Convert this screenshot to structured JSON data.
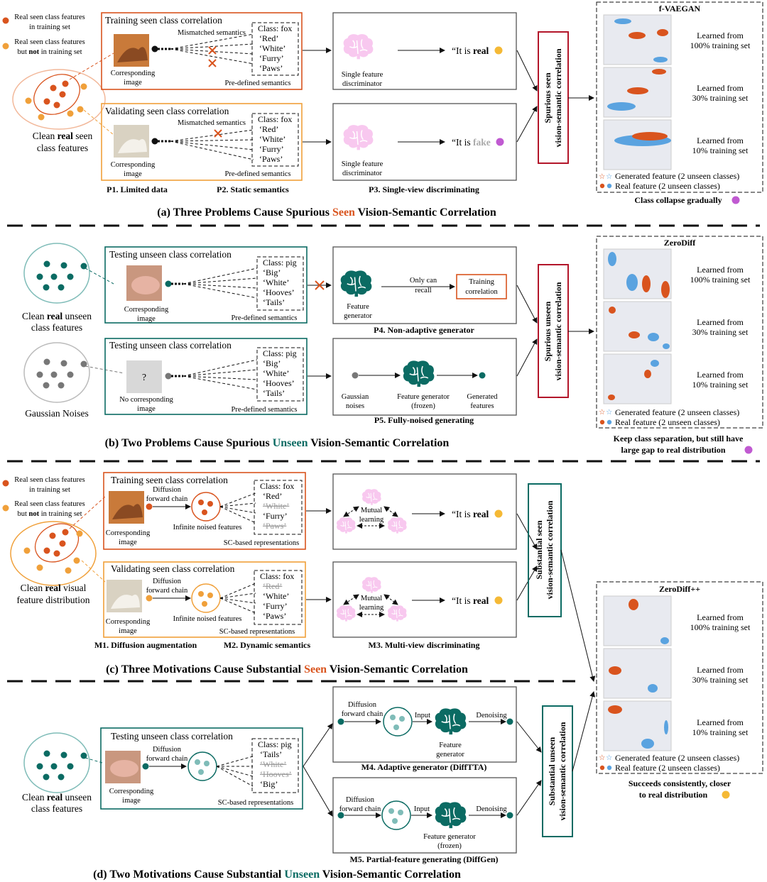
{
  "colors": {
    "orange": "#d9541e",
    "light_orange": "#f0a03a",
    "teal": "#0b6b63",
    "red": "#b3162a",
    "brain_pink": "#f8c8ef",
    "grey": "#777777"
  },
  "icons": [
    "brain-icon",
    "emoji-smile-icon",
    "emoji-shock-icon",
    "cross-icon",
    "question-icon",
    "scatter-plot-thumbnail"
  ],
  "legend_left": {
    "real_in_train_1": "Real seen class features",
    "real_in_train_2": "in training set",
    "real_not_train_1": "Real seen class features",
    "real_not_train_2_pre": "but ",
    "real_not_train_2_bold": "not",
    "real_not_train_2_post": " in training set"
  },
  "common": {
    "corresponding": "Corresponding",
    "image": "image",
    "predefined": "Pre-defined semantics",
    "sc_rep": "SC-based representations",
    "mismatched": "Mismatched semantics",
    "single_feature": "Single feature",
    "discriminator": "discriminator",
    "it_is": "“It is ",
    "real_word": "real",
    "fake_word": "fake",
    "close_quote": "”",
    "diffusion": "Diffusion",
    "forward_chain": "forward chain",
    "infinite_noised": "Infinite noised features",
    "mutual": "Mutual",
    "learning": "learning",
    "input": "Input",
    "denoising": "Denoising",
    "feature": "Feature",
    "generator": "generator"
  },
  "sem_fox": [
    "Class: fox",
    "‘Red’",
    "‘White’",
    "‘Furry’",
    "‘Paws’"
  ],
  "sem_pig": [
    "Class: pig",
    "‘Big’",
    "‘White’",
    "‘Hooves’",
    "‘Tails’"
  ],
  "sem_c_train": [
    "Class: fox",
    "‘Red’",
    "‘White’",
    "‘Furry’",
    "‘Paws’"
  ],
  "sem_c_val": [
    "Class: fox",
    "‘Red’",
    "‘White’",
    "‘Furry’",
    "‘Paws’"
  ],
  "sem_d": [
    "Class: pig",
    "‘Tails’",
    "‘White’",
    "‘Hooves’",
    "‘Big’"
  ],
  "section_a": {
    "training_title": "Training seen class correlation",
    "validating_title": "Validating seen class correlation",
    "clean_1_pre": "Clean ",
    "clean_1_bold": "real",
    "clean_1_post": " seen",
    "clean_2": "class features",
    "p1": "P1. Limited data",
    "p2": "P2. Static semantics",
    "p3": "P3. Single-view discriminating",
    "side_1": "Spurious seen",
    "side_2": "vision-semantic correlation",
    "caption_pre": "(a) Three Problems Cause Spurious ",
    "caption_color": "Seen",
    "caption_post": " Vision-Semantic Correlation"
  },
  "section_b": {
    "testing_title": "Testing unseen class correlation",
    "clean_1_pre": "Clean ",
    "clean_1_bold": "real",
    "clean_1_post": " unseen",
    "clean_2": "class features",
    "gaussian_label": "Gaussian Noises",
    "q_mark": "?",
    "no_corr_1": "No corresponding",
    "no_corr_2": "image",
    "feature_generator_1": "Feature",
    "feature_generator_2": "generator",
    "only_can_1": "Only can",
    "only_can_2": "recall",
    "training_corr_1": "Training",
    "training_corr_2": "correlation",
    "p4": "P4. Non-adaptive generator",
    "gauss_1": "Gaussian",
    "gauss_2": "noises",
    "fg_frozen_1": "Feature generator",
    "fg_frozen_2": "(frozen)",
    "gen_feat_1": "Generated",
    "gen_feat_2": "features",
    "p5": "P5. Fully-noised generating",
    "side_1": "Spurious unseen",
    "side_2": "vision-semantic correlation",
    "caption_pre": "(b) Two Problems Cause Spurious ",
    "caption_color": "Unseen",
    "caption_post": " Vision-Semantic Correlation"
  },
  "section_c": {
    "training_title": "Training seen class correlation",
    "validating_title": "Validating seen class correlation",
    "clean_1_pre": "Clean ",
    "clean_1_bold": "real",
    "clean_1_post": " visual",
    "clean_2": "feature distribution",
    "m1": "M1. Diffusion augmentation",
    "m2": "M2. Dynamic semantics",
    "m3": "M3. Multi-view discriminating",
    "side_1": "Substantial seen",
    "side_2": "vision-semantic correlation",
    "caption_pre": "(c) Three Motivations Cause Substantial ",
    "caption_color": "Seen",
    "caption_post": " Vision-Semantic Correlation"
  },
  "section_d": {
    "testing_title": "Testing unseen class correlation",
    "clean_1_pre": "Clean ",
    "clean_1_bold": "real",
    "clean_1_post": " unseen",
    "clean_2": "class features",
    "m4": "M4. Adaptive generator (DiffTTA)",
    "m5": "M5. Partial-feature generating (DiffGen)",
    "fg_frozen_1": "Feature generator",
    "fg_frozen_2": "(frozen)",
    "side_1": "Substantial unseen",
    "side_2": "vision-semantic correlation",
    "caption_pre": "(d) Two Motivations Cause Substantial ",
    "caption_color": "Unseen",
    "caption_post": " Vision-Semantic Correlation"
  },
  "right_panels": {
    "fvaegan_title": "f-VAEGAN",
    "zerodiff_title": "ZeroDiff",
    "zerodiffpp_title": "ZeroDiff++",
    "learned_from": "Learned from",
    "pct_100": "100% training set",
    "pct_30": "30% training set",
    "pct_10": "10% training set",
    "gen_legend": "Generated feature (2 unseen classes)",
    "real_legend": "Real feature (2 unseen classes)",
    "collapse": "Class collapse gradually",
    "keep_sep_1": "Keep class separation, but still have",
    "keep_sep_2": "large gap to real distribution",
    "succeeds_1": "Succeeds consistently, closer",
    "succeeds_2": "to real distribution"
  }
}
